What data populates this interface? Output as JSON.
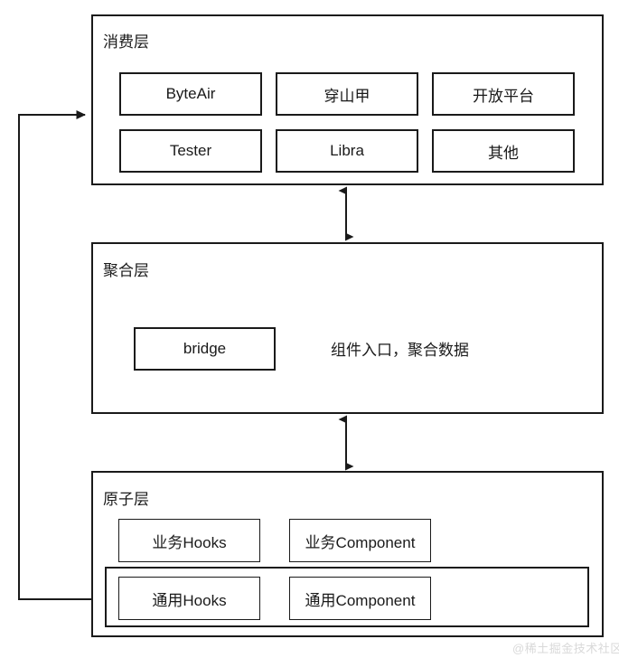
{
  "diagram": {
    "title_consumption": "消费层",
    "title_aggregation": "聚合层",
    "title_atomic": "原子层",
    "aggregation_note": "组件入口，聚合数据",
    "watermark": "@稀土掘金技术社区",
    "stroke_color": "#1a1a1a",
    "background_color": "#ffffff",
    "watermark_color": "#d9d9d9"
  },
  "consumption_layer": {
    "label": "消费层",
    "items": [
      {
        "label": "ByteAir"
      },
      {
        "label": "穿山甲"
      },
      {
        "label": "开放平台"
      },
      {
        "label": "Tester"
      },
      {
        "label": "Libra"
      },
      {
        "label": "其他"
      }
    ]
  },
  "aggregation_layer": {
    "label": "聚合层",
    "items": [
      {
        "label": "bridge"
      }
    ],
    "note": "组件入口，聚合数据"
  },
  "atomic_layer": {
    "label": "原子层",
    "business_items": [
      {
        "label": "业务Hooks"
      },
      {
        "label": "业务Component"
      }
    ],
    "common_items": [
      {
        "label": "通用Hooks"
      },
      {
        "label": "通用Component"
      }
    ]
  }
}
